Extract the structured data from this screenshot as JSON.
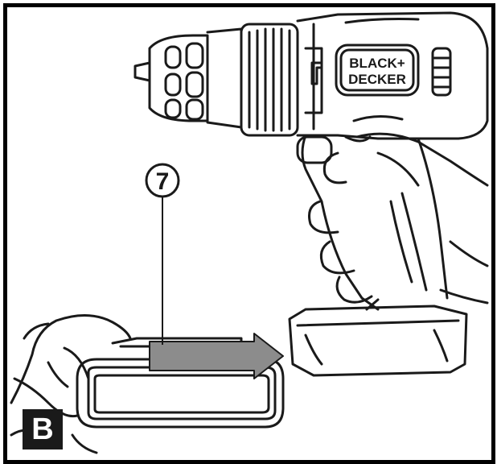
{
  "figure": {
    "label": "B",
    "callout_number": "7",
    "brand_line_1": "BLACK+",
    "brand_line_2": "DECKER"
  },
  "colors": {
    "line": "#1a1a1a",
    "arrow_fill": "#8c8c8c",
    "battery_shade": "#d9d9d9",
    "background": "#ffffff"
  }
}
